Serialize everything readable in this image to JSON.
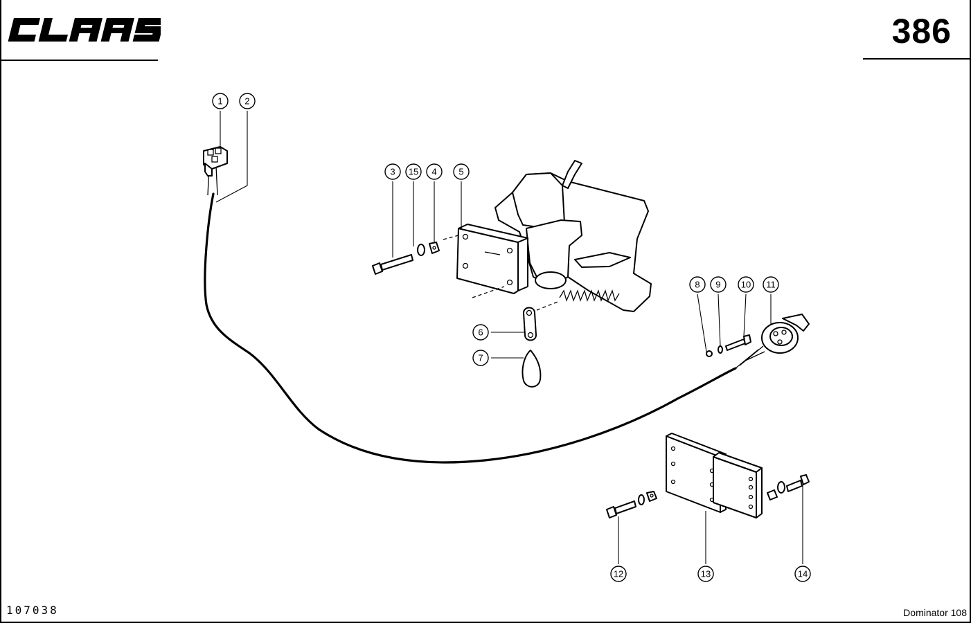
{
  "header": {
    "brand": "CLAAS",
    "page_number": "386"
  },
  "footer": {
    "drawing_number": "107038",
    "model": "Dominator 108"
  },
  "callouts": [
    {
      "label": "1"
    },
    {
      "label": "2"
    },
    {
      "label": "3"
    },
    {
      "label": "15"
    },
    {
      "label": "4"
    },
    {
      "label": "5"
    },
    {
      "label": "6"
    },
    {
      "label": "7"
    },
    {
      "label": "8"
    },
    {
      "label": "9"
    },
    {
      "label": "10"
    },
    {
      "label": "11"
    },
    {
      "label": "12"
    },
    {
      "label": "13"
    },
    {
      "label": "14"
    }
  ]
}
